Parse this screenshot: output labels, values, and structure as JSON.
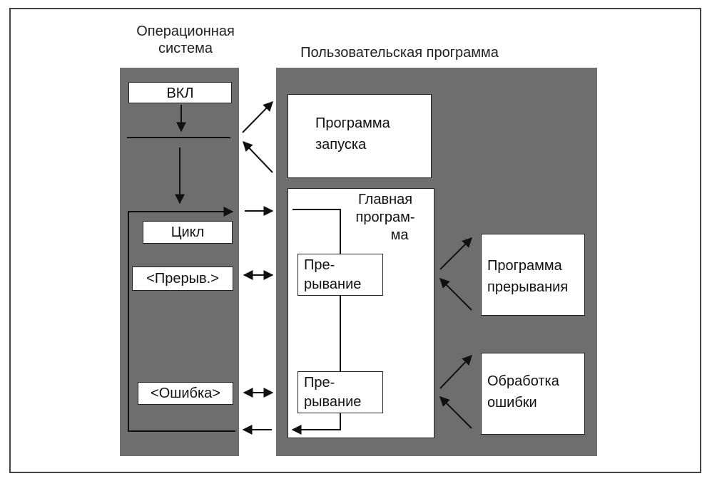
{
  "os": {
    "title_line1": "Операционная",
    "title_line2": "система",
    "on_label": "ВКЛ",
    "cycle_label": "Цикл",
    "interrupt_label": "<Прерыв.>",
    "error_label": "<Ошибка>"
  },
  "user_program": {
    "title": "Пользовательская программа",
    "startup_line1": "Программа",
    "startup_line2": "запуска",
    "main_line1": "Главная",
    "main_line2": "програм-",
    "main_line3": "ма",
    "interrupt1_line1": "Пре-",
    "interrupt1_line2": "рывание",
    "interrupt2_line1": "Пре-",
    "interrupt2_line2": "рывание",
    "interrupt_program_line1": "Программа",
    "interrupt_program_line2": "прерывания",
    "error_handling_line1": "Обработка",
    "error_handling_line2": "ошибки"
  },
  "colors": {
    "panel": "#6e6e6e",
    "box": "#ffffff",
    "line": "#111111"
  }
}
